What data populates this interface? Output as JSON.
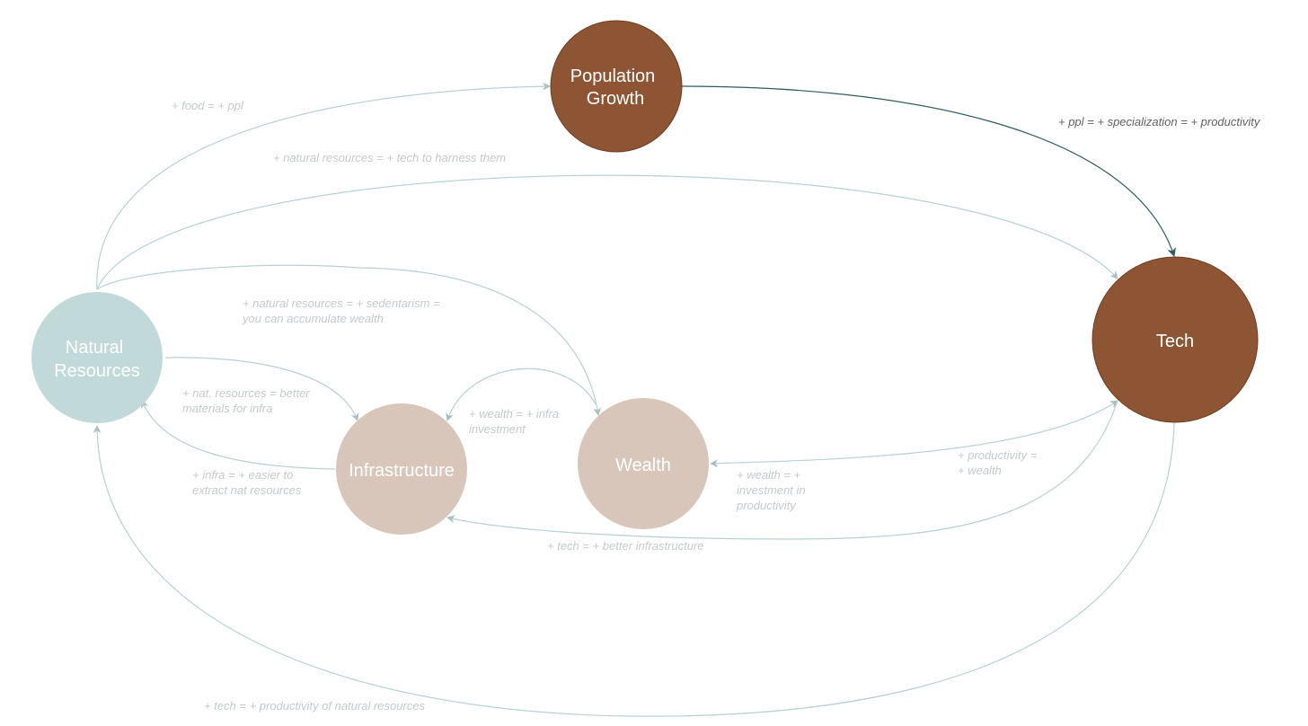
{
  "colors": {
    "brown": "#8d5533",
    "tan": "#d8c6bb",
    "teal": "#c1d9d8",
    "edge": "#b9cfd1",
    "edge_dark": "#2f5c61",
    "label": "#c4c9cb",
    "label_dark": "#5f6163"
  },
  "nodes": {
    "population_growth": [
      "Population",
      "Growth"
    ],
    "tech": "Tech",
    "natural_resources": [
      "Natural",
      "Resources"
    ],
    "infrastructure": "Infrastructure",
    "wealth": "Wealth"
  },
  "edge_labels": {
    "food_ppl": "+ food = + ppl",
    "ppl_specialization": "+ ppl = + specialization = + productivity",
    "nat_tech": "+ natural resources = + tech to harness them",
    "nat_sedentarism": [
      "+ natural resources = + sedentarism =",
      "you can accumulate wealth"
    ],
    "nat_materials": [
      "+ nat. resources = better",
      "materials for infra"
    ],
    "wealth_infra": [
      "+ wealth = + infra",
      "investment"
    ],
    "infra_extract": [
      "+ infra = + easier to",
      "extract nat resources"
    ],
    "wealth_investment": [
      "+ wealth = +",
      "investment in",
      "productivity"
    ],
    "productivity_wealth": [
      "+ productivity =",
      "+ wealth"
    ],
    "tech_infra": "+ tech = + better infrastructure",
    "tech_nat": "+ tech = + productivity of natural resources"
  }
}
